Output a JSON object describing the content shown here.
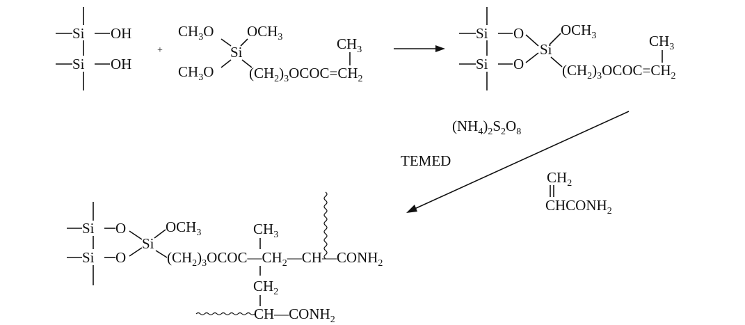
{
  "reactants": {
    "silanol": {
      "si_top": "Si",
      "si_bottom": "Si",
      "oh_top": "OH",
      "oh_bottom": "OH"
    },
    "plus": "+",
    "silane": {
      "methoxy_ul": [
        "CH",
        "3",
        "O"
      ],
      "methoxy_ur": [
        "OCH",
        "3"
      ],
      "methoxy_ll": [
        "CH",
        "3",
        "O"
      ],
      "si": "Si",
      "chain": [
        "(CH",
        "2",
        ")",
        "3",
        "OCOC",
        "=CH",
        "2"
      ],
      "methyl": [
        "CH",
        "3"
      ]
    }
  },
  "product1": {
    "si_top": "Si",
    "si_bottom": "Si",
    "o_top": "O",
    "o_bottom": "O",
    "si_center": "Si",
    "methoxy": [
      "OCH",
      "3"
    ],
    "chain": [
      "(CH",
      "2",
      ")",
      "3",
      "OCOC",
      "=CH",
      "2"
    ],
    "methyl": [
      "CH",
      "3"
    ]
  },
  "conditions": {
    "initiator": [
      "(NH",
      "4",
      ")",
      "2",
      "S",
      "2",
      "O",
      "8"
    ],
    "catalyst": "TEMED",
    "monomer_ch2": [
      "CH",
      "2"
    ],
    "monomer_rest": [
      "CHCONH",
      "2"
    ]
  },
  "product2": {
    "si_top": "Si",
    "si_bottom": "Si",
    "o_top": "O",
    "o_bottom": "O",
    "si_center": "Si",
    "methoxy": [
      "OCH",
      "3"
    ],
    "chain": [
      "(CH",
      "2",
      ")",
      "3",
      "OCOC",
      "—CH",
      "2",
      "—CH—CONH",
      "2"
    ],
    "methyl": [
      "CH",
      "3"
    ],
    "branch_ch2": [
      "CH",
      "2"
    ],
    "bottom_chain": [
      "CH—CONH",
      "2"
    ]
  }
}
